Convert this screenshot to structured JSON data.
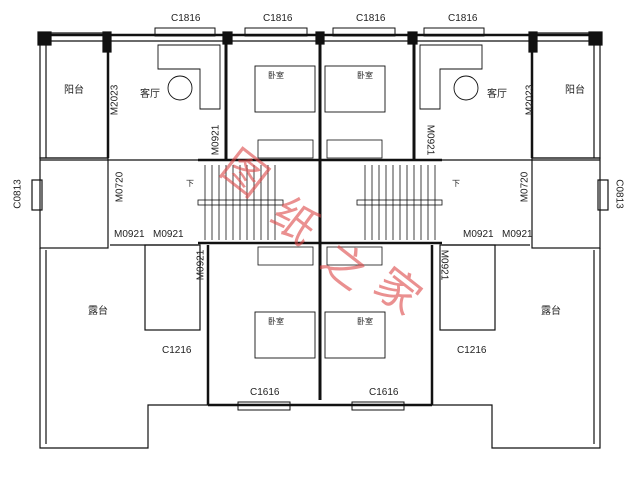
{
  "drawing": {
    "type": "floor plan",
    "rooms": {
      "balcony": "阳台",
      "living_room": "客厅",
      "bedroom": "卧室",
      "terrace": "露台",
      "stair_down": "下"
    },
    "windows": {
      "top_1": "C1816",
      "top_2": "C1816",
      "top_3": "C1816",
      "top_4": "C1816",
      "bottom_left": "C1616",
      "bottom_right": "C1616",
      "side_left": "C1216",
      "side_right": "C1216",
      "bath_left": "C0813",
      "bath_right": "C0813"
    },
    "doors": {
      "balcony_left": "M2023",
      "balcony_right": "M2023",
      "bed_top_left": "M0921",
      "bed_top_right": "M0921",
      "bath_left": "M0720",
      "bath_right": "M0720",
      "hall_left_1": "M0921",
      "hall_left_2": "M0921",
      "hall_right_1": "M0921",
      "hall_right_2": "M0921",
      "bed_bottom_left": "M0921",
      "bed_bottom_right": "M0921"
    },
    "watermark": [
      "图",
      "纸",
      "之",
      "家"
    ]
  }
}
